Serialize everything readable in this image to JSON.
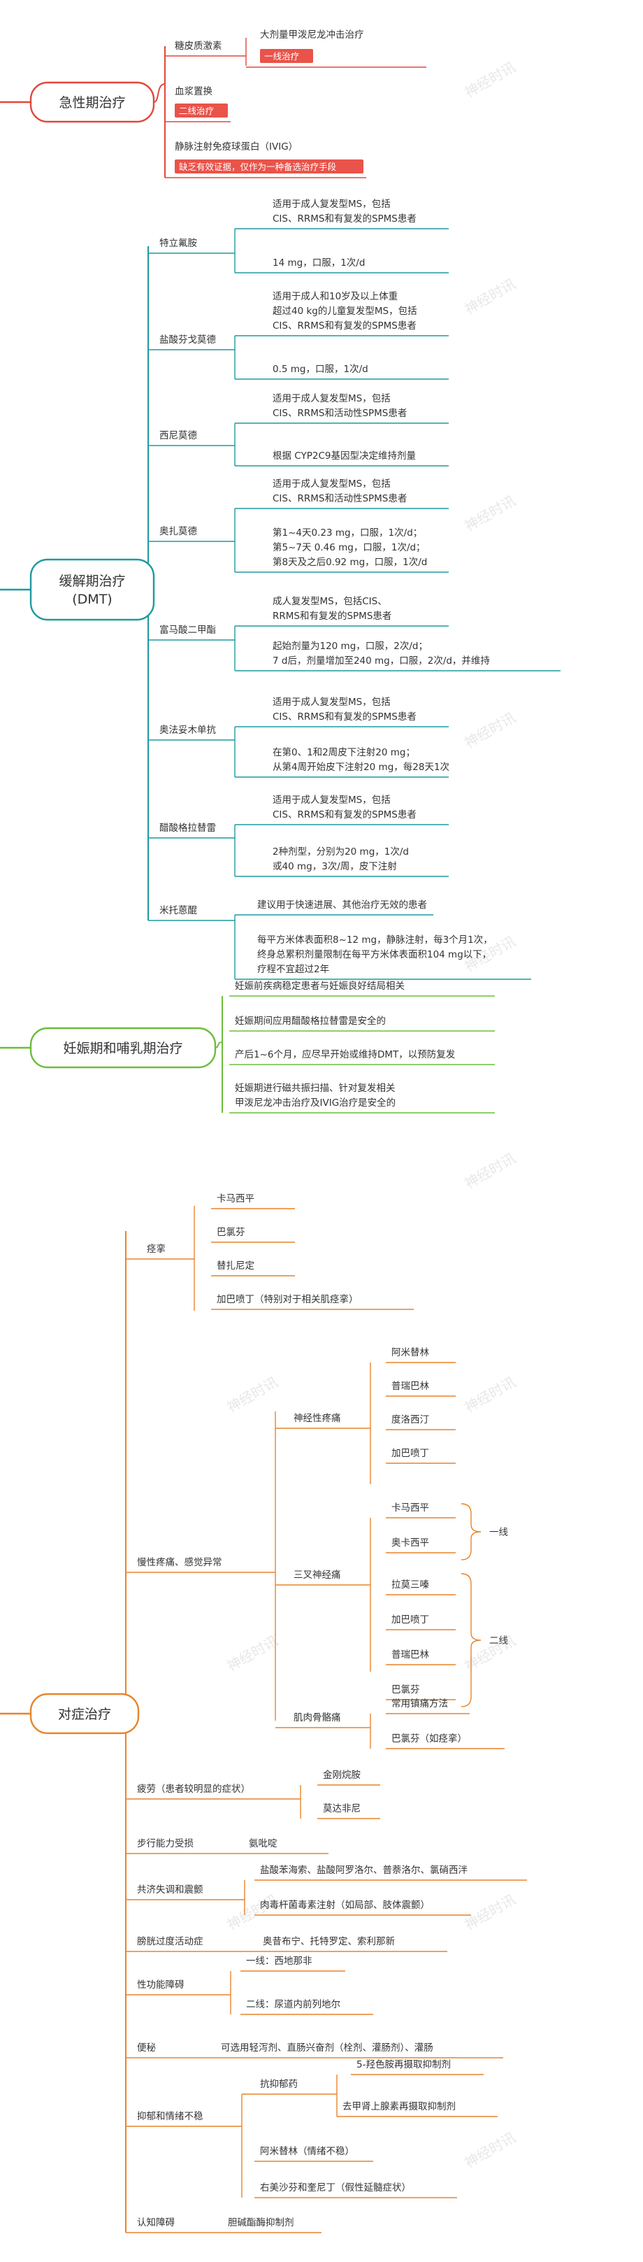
{
  "colors": {
    "acute": "#e0483b",
    "dmt": "#1e9aa0",
    "pregnancy": "#6cbd3a",
    "symptom": "#e8842a",
    "tag_bg": "#e9534a",
    "tag_text": "#ffffff",
    "text": "#333333"
  },
  "watermark": "神经时讯",
  "sections": [
    {
      "id": "acute",
      "title": "急性期治疗",
      "children": [
        {
          "label": "糖皮质激素",
          "children": [
            {
              "label": "大剂量甲泼尼龙冲击治疗",
              "tag": "一线治疗"
            }
          ]
        },
        {
          "label": "血浆置换",
          "tag": "二线治疗"
        },
        {
          "label": "静脉注射免疫球蛋白（IVIG）",
          "tag": "缺乏有效证据，仅作为一种备选治疗手段"
        }
      ]
    },
    {
      "id": "dmt",
      "title_lines": [
        "缓解期治疗",
        "(DMT)"
      ],
      "children": [
        {
          "label": "特立氟胺",
          "children": [
            {
              "lines": [
                "适用于成人复发型MS，包括",
                "CIS、RRMS和有复发的SPMS患者"
              ]
            },
            {
              "lines": [
                "14 mg，口服，1次/d"
              ]
            }
          ]
        },
        {
          "label": "盐酸芬戈莫德",
          "children": [
            {
              "lines": [
                "适用于成人和10岁及以上体重",
                "超过40 kg的儿童复发型MS，包括",
                "CIS、RRMS和有复发的SPMS患者"
              ]
            },
            {
              "lines": [
                "0.5 mg，口服，1次/d"
              ]
            }
          ]
        },
        {
          "label": "西尼莫德",
          "children": [
            {
              "lines": [
                "适用于成人复发型MS，包括",
                "CIS、RRMS和活动性SPMS患者"
              ]
            },
            {
              "lines": [
                "根据 CYP2C9基因型决定维持剂量"
              ]
            }
          ]
        },
        {
          "label": "奥扎莫德",
          "children": [
            {
              "lines": [
                "适用于成人复发型MS，包括",
                "CIS、RRMS和活动性SPMS患者"
              ]
            },
            {
              "lines": [
                "第1~4天0.23 mg，口服，1次/d；",
                "第5~7天 0.46 mg，口服，1次/d；",
                "第8天及之后0.92 mg，口服，1次/d"
              ]
            }
          ]
        },
        {
          "label": "富马酸二甲酯",
          "children": [
            {
              "lines": [
                "成人复发型MS，包括CIS、",
                "RRMS和有复发的SPMS患者"
              ]
            },
            {
              "lines": [
                "起始剂量为120 mg，口服，2次/d；",
                "7 d后，剂量增加至240 mg，口服，2次/d，并维持"
              ]
            }
          ]
        },
        {
          "label": "奥法妥木单抗",
          "children": [
            {
              "lines": [
                "适用于成人复发型MS，包括",
                "CIS、RRMS和有复发的SPMS患者"
              ]
            },
            {
              "lines": [
                "在第0、1和2周皮下注射20 mg；",
                "从第4周开始皮下注射20 mg，每28天1次"
              ]
            }
          ]
        },
        {
          "label": "醋酸格拉替雷",
          "children": [
            {
              "lines": [
                "适用于成人复发型MS，包括",
                "CIS、RRMS和有复发的SPMS患者"
              ]
            },
            {
              "lines": [
                "2种剂型，分别为20 mg，1次/d",
                "或40 mg，3次/周，皮下注射"
              ]
            }
          ]
        },
        {
          "label": "米托蒽醌",
          "children": [
            {
              "lines": [
                "建议用于快速进展、其他治疗无效的患者"
              ]
            },
            {
              "lines": [
                "每平方米体表面积8~12 mg，静脉注射，每3个月1次，",
                "终身总累积剂量限制在每平方米体表面积104 mg以下，",
                "疗程不宜超过2年"
              ]
            }
          ]
        }
      ]
    },
    {
      "id": "pregnancy",
      "title": "妊娠期和哺乳期治疗",
      "children": [
        {
          "lines": [
            "妊娠前疾病稳定患者与妊娠良好结局相关"
          ]
        },
        {
          "lines": [
            "妊娠期间应用醋酸格拉替雷是安全的"
          ]
        },
        {
          "lines": [
            "产后1~6个月，应尽早开始或维持DMT，以预防复发"
          ]
        },
        {
          "lines": [
            "妊娠期进行磁共振扫描、针对复发相关",
            "甲泼尼龙冲击治疗及IVIG治疗是安全的"
          ]
        }
      ]
    },
    {
      "id": "symptom",
      "title": "对症治疗",
      "children": [
        {
          "label": "痉挛",
          "children": [
            {
              "label": "卡马西平"
            },
            {
              "label": "巴氯芬"
            },
            {
              "label": "替扎尼定"
            },
            {
              "label": "加巴喷丁（特别对于相关肌痉挛）"
            }
          ]
        },
        {
          "label": "慢性疼痛、感觉异常",
          "children": [
            {
              "label": "神经性疼痛",
              "children": [
                {
                  "label": "阿米替林"
                },
                {
                  "label": "普瑞巴林"
                },
                {
                  "label": "度洛西汀"
                },
                {
                  "label": "加巴喷丁"
                }
              ]
            },
            {
              "label": "三叉神经痛",
              "children": [
                {
                  "label": "卡马西平"
                },
                {
                  "label": "奥卡西平"
                },
                {
                  "label": "拉莫三嗪"
                },
                {
                  "label": "加巴喷丁"
                },
                {
                  "label": "普瑞巴林"
                },
                {
                  "label": "巴氯芬"
                }
              ],
              "groups": [
                {
                  "label": "一线",
                  "from": 0,
                  "to": 1
                },
                {
                  "label": "二线",
                  "from": 2,
                  "to": 5
                }
              ]
            },
            {
              "label": "肌肉骨骼痛",
              "children": [
                {
                  "label": "常用镇痛方法"
                },
                {
                  "label": "巴氯芬（如痉挛）"
                }
              ]
            }
          ]
        },
        {
          "label": "疲劳（患者较明显的症状）",
          "children": [
            {
              "label": "金刚烷胺"
            },
            {
              "label": "莫达非尼"
            }
          ]
        },
        {
          "label": "步行能力受损",
          "children": [
            {
              "label": "氨吡啶"
            }
          ]
        },
        {
          "label": "共济失调和震颤",
          "children": [
            {
              "label": "盐酸苯海索、盐酸阿罗洛尔、普萘洛尔、氯硝西泮"
            },
            {
              "label": "肉毒杆菌毒素注射（如局部、肢体震颤）"
            }
          ]
        },
        {
          "label": "膀胱过度活动症",
          "children": [
            {
              "label": "奥昔布宁、托特罗定、索利那新"
            }
          ]
        },
        {
          "label": "性功能障碍",
          "children": [
            {
              "label": "一线：西地那非"
            },
            {
              "label": "二线：尿道内前列地尔"
            }
          ]
        },
        {
          "label": "便秘",
          "children": [
            {
              "label": "可选用轻泻剂、直肠兴奋剂（栓剂、灌肠剂）、灌肠"
            }
          ]
        },
        {
          "label": "抑郁和情绪不稳",
          "children": [
            {
              "label": "抗抑郁药",
              "children": [
                {
                  "label": "5-羟色胺再摄取抑制剂"
                },
                {
                  "label": "去甲肾上腺素再摄取抑制剂"
                }
              ]
            },
            {
              "label": "阿米替林（情绪不稳）"
            },
            {
              "label": "右美沙芬和奎尼丁（假性延髓症状）"
            }
          ]
        },
        {
          "label": "认知障碍",
          "children": [
            {
              "label": "胆碱酯酶抑制剂"
            }
          ]
        }
      ]
    }
  ]
}
